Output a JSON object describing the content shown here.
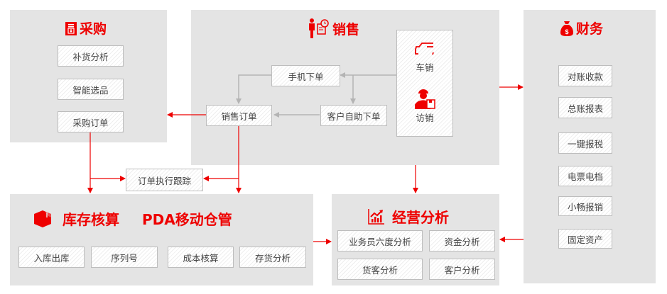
{
  "colors": {
    "accent": "#ee0000",
    "panel": "#e4e4e4",
    "box_border": "#bdbdbd",
    "gray_arrow": "#b4b4b4"
  },
  "procurement": {
    "title": "采购",
    "icon": "clipboard-download-icon",
    "items": [
      "补货分析",
      "智能选品",
      "采购订单"
    ]
  },
  "sales": {
    "title": "销售",
    "icon": "salesperson-icon",
    "mobile_order": "手机下单",
    "sales_order": "销售订单",
    "self_order": "客户自助下单",
    "channels": [
      {
        "label": "车销",
        "icon": "truck-icon"
      },
      {
        "label": "访销",
        "icon": "courier-icon"
      }
    ]
  },
  "finance": {
    "title": "财务",
    "icon": "money-bag-icon",
    "items": [
      "对账收款",
      "总账报表",
      "一键报税",
      "电票电档",
      "小畅报销",
      "固定资产"
    ]
  },
  "order_tracking": {
    "label": "订单执行跟踪"
  },
  "inventory": {
    "title": "库存核算",
    "subtitle": "PDA移动仓管",
    "icon": "box-icon",
    "items": [
      "入库出库",
      "序列号",
      "成本核算",
      "存货分析"
    ]
  },
  "analysis": {
    "title": "经营分析",
    "icon": "chart-icon",
    "items": [
      "业务员六度分析",
      "资金分析",
      "货客分析",
      "客户分析"
    ]
  }
}
